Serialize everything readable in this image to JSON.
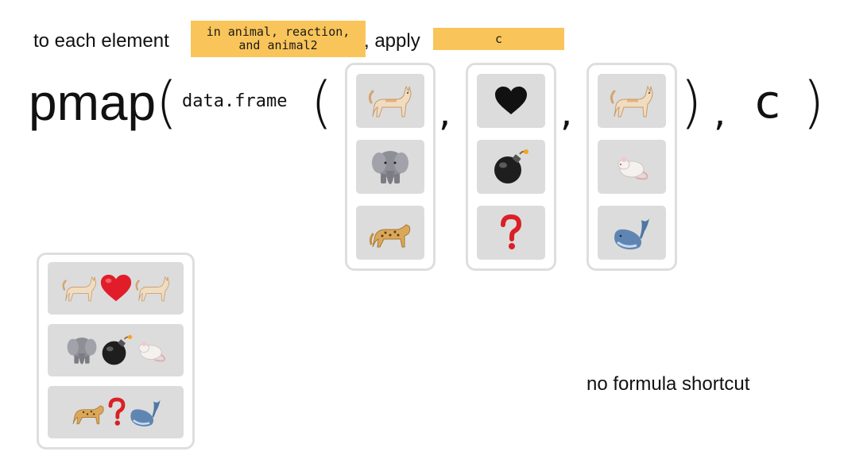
{
  "header": {
    "prefix": "to each element",
    "input_line1": "in animal, reaction,",
    "input_line2": "and animal2",
    "middle": ", apply",
    "function": "c"
  },
  "code": {
    "pmap": "pmap",
    "open_paren": "(",
    "data_frame": "data.frame",
    "comma": ",",
    "close_paren": ")",
    "c_arg": "c"
  },
  "columns": [
    {
      "name": "animal",
      "cells": [
        "cat-icon",
        "elephant-icon",
        "leopard-icon"
      ]
    },
    {
      "name": "reaction",
      "cells": [
        "black-heart-icon",
        "bomb-icon",
        "question-mark-icon"
      ]
    },
    {
      "name": "animal2",
      "cells": [
        "cat-icon",
        "rat-icon",
        "whale-icon"
      ]
    }
  ],
  "results": [
    [
      "cat-icon",
      "red-heart-icon",
      "cat-icon"
    ],
    [
      "elephant-icon",
      "bomb-icon",
      "rat-icon"
    ],
    [
      "leopard-icon",
      "question-mark-icon",
      "whale-icon"
    ]
  ],
  "note": "no formula shortcut",
  "colors": {
    "highlight": "#f9c55a",
    "cell_bg": "#dcdcdc",
    "frame": "#dedede",
    "red": "#d92027",
    "heart_red": "#e11d2a"
  }
}
